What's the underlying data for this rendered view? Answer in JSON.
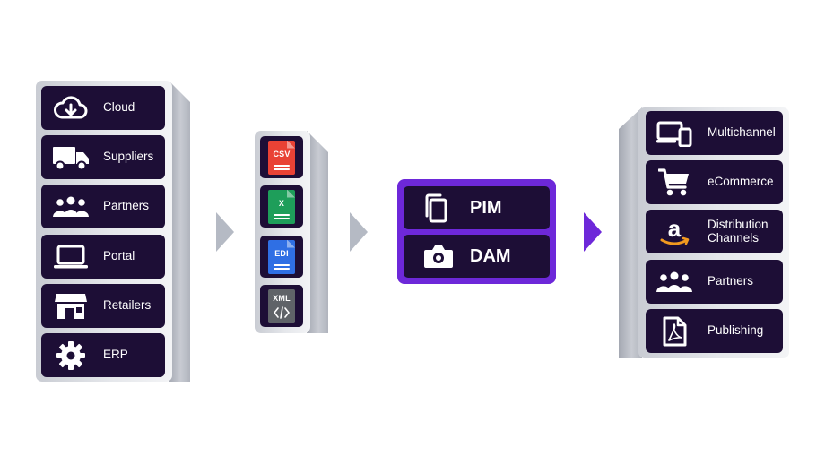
{
  "colors": {
    "card": "#1d0e36",
    "accent": "#6d28d9",
    "gray_arrow": "#b5bac4",
    "csv": "#e94235",
    "xlsx": "#1e9e5a",
    "edi": "#2f6fe4",
    "xml": "#5f6368"
  },
  "sources": [
    {
      "label": "Cloud",
      "icon": "cloud-download-icon"
    },
    {
      "label": "Suppliers",
      "icon": "truck-icon"
    },
    {
      "label": "Partners",
      "icon": "people-icon"
    },
    {
      "label": "Portal",
      "icon": "laptop-icon"
    },
    {
      "label": "Retailers",
      "icon": "storefront-icon"
    },
    {
      "label": "ERP",
      "icon": "gear-icon"
    }
  ],
  "formats": [
    {
      "label": "CSV",
      "icon": "csv-file-icon"
    },
    {
      "label": "X",
      "icon": "spreadsheet-file-icon"
    },
    {
      "label": "EDI",
      "icon": "edi-file-icon"
    },
    {
      "label": "XML",
      "icon": "xml-file-icon"
    }
  ],
  "hub": [
    {
      "label": "PIM",
      "icon": "copy-icon"
    },
    {
      "label": "DAM",
      "icon": "camera-icon"
    }
  ],
  "outputs": [
    {
      "label": "Multichannel",
      "icon": "devices-icon"
    },
    {
      "label": "eCommerce",
      "icon": "cart-icon"
    },
    {
      "label": "Distribution Channels",
      "icon": "amazon-icon"
    },
    {
      "label": "Partners",
      "icon": "people-icon"
    },
    {
      "label": "Publishing",
      "icon": "pdf-icon"
    }
  ]
}
